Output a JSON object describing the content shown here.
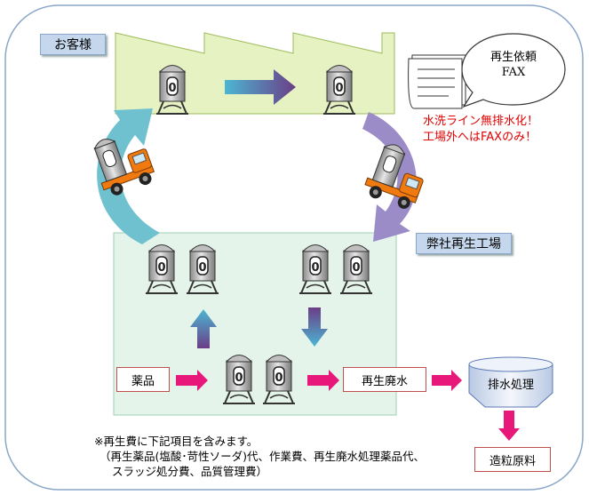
{
  "customer": {
    "label": "お客様"
  },
  "plant": {
    "label": "弊社再生工場"
  },
  "fax": {
    "line1": "再生依頼",
    "line2": "FAX"
  },
  "warning": {
    "line1": "水洗ライン無排水化！",
    "line2": "工場外へはFAXのみ！"
  },
  "chemicals": {
    "label": "薬品"
  },
  "waste_water": {
    "label": "再生廃水"
  },
  "drain_treatment": {
    "label": "排水処理"
  },
  "granulation": {
    "label": "造粒原料"
  },
  "tank_glyph": "0",
  "footnote": {
    "line1": "※再生費に下記項目を含みます。",
    "line2": "（再生薬品(塩酸･苛性ソーダ)代、作業費、再生廃水処理薬品代、",
    "line3": "スラッジ処分費、品質管理費）"
  },
  "colors": {
    "factory_fill": "#e6f2c2",
    "plant_fill": "#e4f4ea",
    "arrow_teal": "#6fc1d0",
    "arrow_purple": "#9b8cc8",
    "pink_arrow": "#e8177a",
    "truck_orange": "#f07a10"
  }
}
